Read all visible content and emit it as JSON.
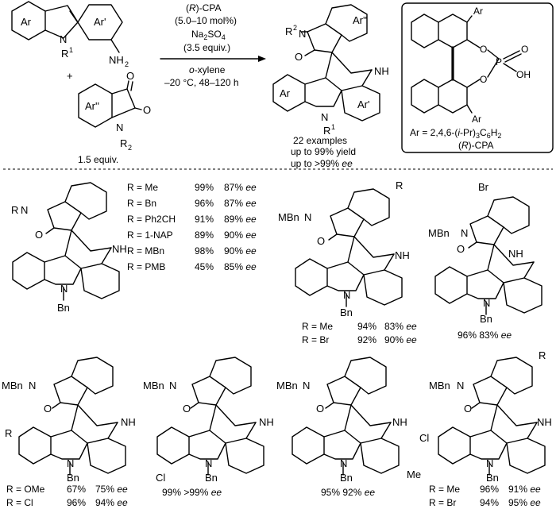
{
  "reaction": {
    "reactant1": {
      "ring1": "Ar",
      "ring2": "Ar'",
      "n_label": "N",
      "r_label": "R",
      "r_sup": "1",
      "nh2": "NH",
      "nh2_sub": "2"
    },
    "plus": "+",
    "reactant2": {
      "ring": "Ar''",
      "n_label": "N",
      "r_label": "R",
      "r_sub": "2",
      "o1": "O",
      "o2": "O",
      "equiv": "1.5 equiv."
    },
    "conditions": {
      "catalyst_open": "(",
      "catalyst_r": "R",
      "catalyst_rest": ")-CPA",
      "loading": "(5.0–10 mol%)",
      "additive": "Na",
      "additive_sub": "2",
      "additive_rest": "SO",
      "additive_sub2": "4",
      "additive_equiv": "(3.5 equiv.)",
      "solvent_prefix": "o",
      "solvent_rest": "-xylene",
      "temp_time": "–20 °C, 48–120 h"
    },
    "product": {
      "ring_ar": "Ar",
      "ring_arp": "Ar'",
      "ring_arpp": "Ar''",
      "n1": "N",
      "r1": "R",
      "r1_sup": "1",
      "n2": "N",
      "r2": "R",
      "r2_sup": "2",
      "o": "O",
      "nh": "NH",
      "examples": "22 examples",
      "yield": "up to 99% yield",
      "ee_prefix": "up to >99%",
      "ee_suffix": "ee"
    },
    "cpa_box": {
      "ar_top": "Ar",
      "ar_bottom": "Ar",
      "o1": "O",
      "o2": "O",
      "p": "P",
      "o3": "O",
      "oh": "OH",
      "definition": "Ar = 2,4,6-(i-Pr)3C6H2",
      "def_a": "Ar = 2,4,6-(",
      "def_i": "i",
      "def_b": "-Pr)",
      "def_3": "3",
      "def_c": "C",
      "def_6": "6",
      "def_d": "H",
      "def_2": "2",
      "label_open": "(",
      "label_r": "R",
      "label_rest": ")-CPA"
    }
  },
  "examples": {
    "ee": "ee",
    "series1": {
      "r_label": "R",
      "n_label": "N",
      "o_label": "O",
      "nh_label": "NH",
      "bn_label": "Bn",
      "rows": [
        {
          "r": "R = Me",
          "yield": "99%",
          "ee": "87%"
        },
        {
          "r": "R = Bn",
          "yield": "96%",
          "ee": "87%"
        },
        {
          "r": "R = Ph2CH",
          "yield": "91%",
          "ee": "89%"
        },
        {
          "r": "R = 1-NAP",
          "yield": "89%",
          "ee": "90%"
        },
        {
          "r": "R = MBn",
          "yield": "98%",
          "ee": "90%"
        },
        {
          "r": "R = PMB",
          "yield": "45%",
          "ee": "85%"
        }
      ]
    },
    "series2": {
      "r_label": "R",
      "mbn_label": "MBn",
      "n_label": "N",
      "o_label": "O",
      "nh_label": "NH",
      "bn_label": "Bn",
      "rows": [
        {
          "r": "R = Me",
          "yield": "94%",
          "ee": "83%"
        },
        {
          "r": "R = Br",
          "yield": "92%",
          "ee": "90%"
        }
      ]
    },
    "series3": {
      "sub_label": "Br",
      "mbn_label": "MBn",
      "n_label": "N",
      "o_label": "O",
      "nh_label": "NH",
      "bn_label": "Bn",
      "result": {
        "yield": "96%",
        "ee": "83%"
      }
    },
    "series4": {
      "r_label": "R",
      "mbn_label": "MBn",
      "n_label": "N",
      "o_label": "O",
      "nh_label": "NH",
      "bn_label": "Bn",
      "rows": [
        {
          "r": "R = OMe",
          "yield": "67%",
          "ee": "75%"
        },
        {
          "r": "R = Cl",
          "yield": "96%",
          "ee": "94%"
        }
      ]
    },
    "series5": {
      "sub_label": "Cl",
      "mbn_label": "MBn",
      "n_label": "N",
      "o_label": "O",
      "nh_label": "NH",
      "bn_label": "Bn",
      "result": {
        "yield": "99%",
        "ee": ">99%"
      }
    },
    "series6": {
      "sub_label": "Me",
      "mbn_label": "MBn",
      "n_label": "N",
      "o_label": "O",
      "nh_label": "NH",
      "bn_label": "Bn",
      "result": {
        "yield": "95%",
        "ee": "92%"
      }
    },
    "series7": {
      "r_label": "R",
      "cl_label": "Cl",
      "mbn_label": "MBn",
      "n_label": "N",
      "o_label": "O",
      "nh_label": "NH",
      "bn_label": "Bn",
      "rows": [
        {
          "r": "R = Me",
          "yield": "96%",
          "ee": "91%"
        },
        {
          "r": "R = Br",
          "yield": "94%",
          "ee": "95%"
        }
      ]
    }
  }
}
